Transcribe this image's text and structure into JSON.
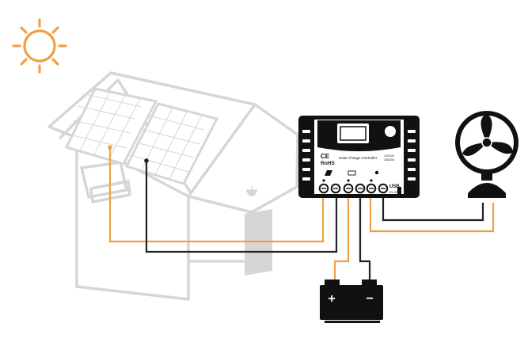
{
  "controller": {
    "brand": "RoHS",
    "ce_mark": "CE",
    "model_title": "Solar Charge Controller",
    "spec_line_1": "12V/24V",
    "spec_line_2": "10A/20A",
    "usb_label": "USB",
    "usb_spec": "5V 2A"
  },
  "colors": {
    "solar_wire": "#f0a044",
    "ground_wire": "#222222",
    "house_outline": "#d6d6d6",
    "sun": "#f0a044",
    "device_dark": "#111111"
  },
  "icons": {
    "sun": "sun-icon",
    "house": "house-icon",
    "solar_panel": "solar-panel-icon",
    "controller": "charge-controller-icon",
    "battery": "battery-icon",
    "fan": "fan-icon",
    "battery_plus": "+",
    "battery_minus": "−"
  }
}
